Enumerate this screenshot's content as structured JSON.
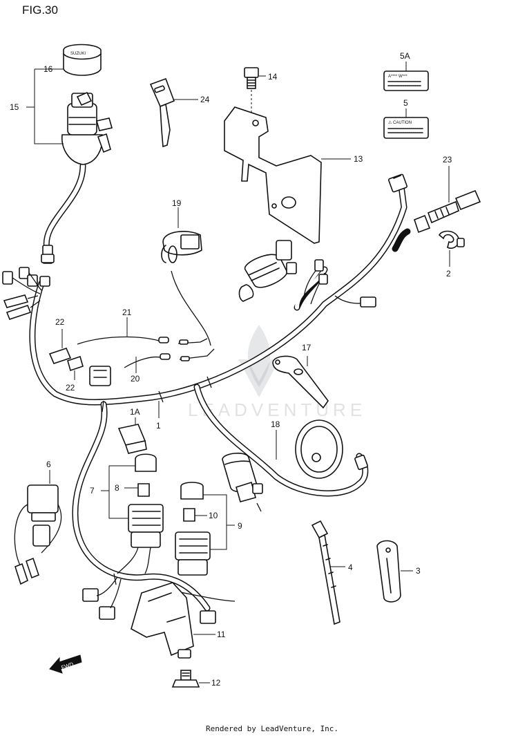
{
  "figure": {
    "title": "FIG.30"
  },
  "callouts": {
    "c1": "1",
    "c1A": "1A",
    "c2": "2",
    "c3": "3",
    "c4": "4",
    "c5": "5",
    "c5A": "5A",
    "c6": "6",
    "c7": "7",
    "c8": "8",
    "c9": "9",
    "c10": "10",
    "c11": "11",
    "c12": "12",
    "c13": "13",
    "c14": "14",
    "c15": "15",
    "c16": "16",
    "c17": "17",
    "c18": "18",
    "c19": "19",
    "c20": "20",
    "c21": "21",
    "c22a": "22",
    "c22b": "22",
    "c23": "23",
    "c24": "24"
  },
  "labels": {
    "key_cap_brand": "SUZUKI",
    "label_5a": "A**** W***",
    "label_5": "⚠ CAUTION",
    "fwd_arrow": "FWD"
  },
  "watermark": {
    "text": "LEADVENTURE"
  },
  "footer": {
    "rendered_by": "Rendered by LeadVenture, Inc."
  }
}
